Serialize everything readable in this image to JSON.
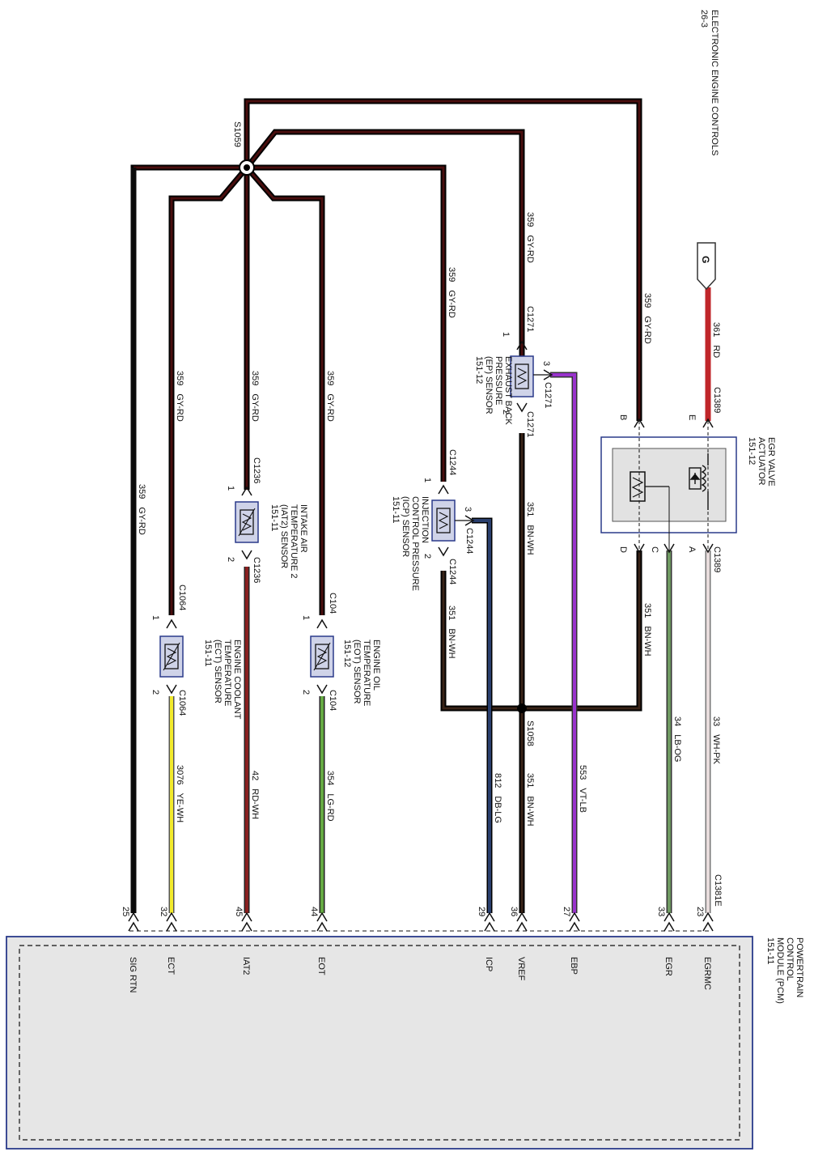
{
  "page": {
    "title": "ELECTRONIC ENGINE CONTROLS",
    "page_ref": "26-3"
  },
  "colors": {
    "gy_rd": "#4a0e0e",
    "gy_rd_edge": "#000000",
    "rd": "#c0262a",
    "vt_lb": "#9933cc",
    "bn_wh": "#3a2418",
    "db_lg": "#2a3f6e",
    "lg_og": "#6f9a62",
    "wh_pk": "#e8dcdc",
    "ye_wh": "#f2ea2c",
    "rd_wh": "#8a2020",
    "lg_rd": "#66aa44",
    "sig_rtn": "#0b0b0b",
    "module_fill": "#e6e6e6",
    "module_edge": "#2a3a8a"
  },
  "connector_g": "G",
  "splices": {
    "s1059": "S1059",
    "s1058": "S1058"
  },
  "module": {
    "name": [
      "POWERTRAIN",
      "CONTROL",
      "MODULE (PCM)",
      "151-11"
    ],
    "connector": "C1381E"
  },
  "pins": [
    {
      "num": "23",
      "label": "EGRMC"
    },
    {
      "num": "33",
      "label": "EGR"
    },
    {
      "num": "27",
      "label": "EBP"
    },
    {
      "num": "36",
      "label": "VREF"
    },
    {
      "num": "29",
      "label": "ICP"
    },
    {
      "num": "44",
      "label": "EOT"
    },
    {
      "num": "45",
      "label": "IAT2"
    },
    {
      "num": "32",
      "label": "ECT"
    },
    {
      "num": "25",
      "label": "SIG RTN"
    }
  ],
  "wires": {
    "egr_pwr": {
      "num": "361",
      "color": "RD"
    },
    "egr_vref": {
      "num": "359",
      "color": "GY-RD"
    },
    "egr_rtn": {
      "num": "351",
      "color": "BN-WH"
    },
    "egr_sig": {
      "num": "34",
      "color": "LB-OG"
    },
    "egrmc": {
      "num": "33",
      "color": "WH-PK"
    },
    "ebp_vref": {
      "num": "359",
      "color": "GY-RD"
    },
    "ebp_rtn": {
      "num": "351",
      "color": "BN-WH"
    },
    "ebp_sig": {
      "num": "553",
      "color": "VT-LB"
    },
    "vref_main": {
      "num": "351",
      "color": "BN-WH"
    },
    "icp_vref": {
      "num": "359",
      "color": "GY-RD"
    },
    "icp_rtn": {
      "num": "351",
      "color": "BN-WH"
    },
    "icp_sig": {
      "num": "812",
      "color": "DB-LG"
    },
    "eot_vref": {
      "num": "359",
      "color": "GY-RD"
    },
    "eot_sig": {
      "num": "354",
      "color": "LG-RD"
    },
    "iat_vref": {
      "num": "359",
      "color": "GY-RD"
    },
    "iat_sig": {
      "num": "42",
      "color": "RD-WH"
    },
    "ect_vref": {
      "num": "359",
      "color": "GY-RD"
    },
    "ect_sig": {
      "num": "3076",
      "color": "YE-WH"
    },
    "sig_rtn": {
      "num": "359",
      "color": "GY-RD"
    }
  },
  "components": {
    "egr": {
      "lines": [
        "EGR VALVE",
        "ACTUATOR",
        "151-12"
      ],
      "connector": "C1389",
      "pins": [
        "B",
        "E",
        "D",
        "C",
        "A"
      ]
    },
    "ebp": {
      "lines": [
        "EXHAUST BACK",
        "PRESSURE",
        "(EP) SENSOR",
        "151-12"
      ],
      "connector": "C1271",
      "pins": [
        "1",
        "2",
        "3"
      ]
    },
    "icp": {
      "lines": [
        "INJECTION",
        "CONTROL PRESSURE",
        "(ICP) SENSOR",
        "151-11"
      ],
      "connector": "C1244",
      "pins": [
        "1",
        "2",
        "3"
      ]
    },
    "eot": {
      "lines": [
        "ENGINE OIL",
        "TEMPERATURE",
        "(EOT) SENSOR",
        "151-12"
      ],
      "connector": "C104",
      "pins": [
        "1",
        "2"
      ]
    },
    "iat": {
      "lines": [
        "INTAKE AIR",
        "TEMPERATURE 2",
        "(IAT2) SENSOR",
        "151-11"
      ],
      "connector": "C1236",
      "pins": [
        "1",
        "2"
      ]
    },
    "ect": {
      "lines": [
        "ENGINE COOLANT",
        "TEMPERATURE",
        "(ECT) SENSOR",
        "151-11"
      ],
      "connector": "C1064",
      "pins": [
        "1",
        "2"
      ]
    }
  }
}
